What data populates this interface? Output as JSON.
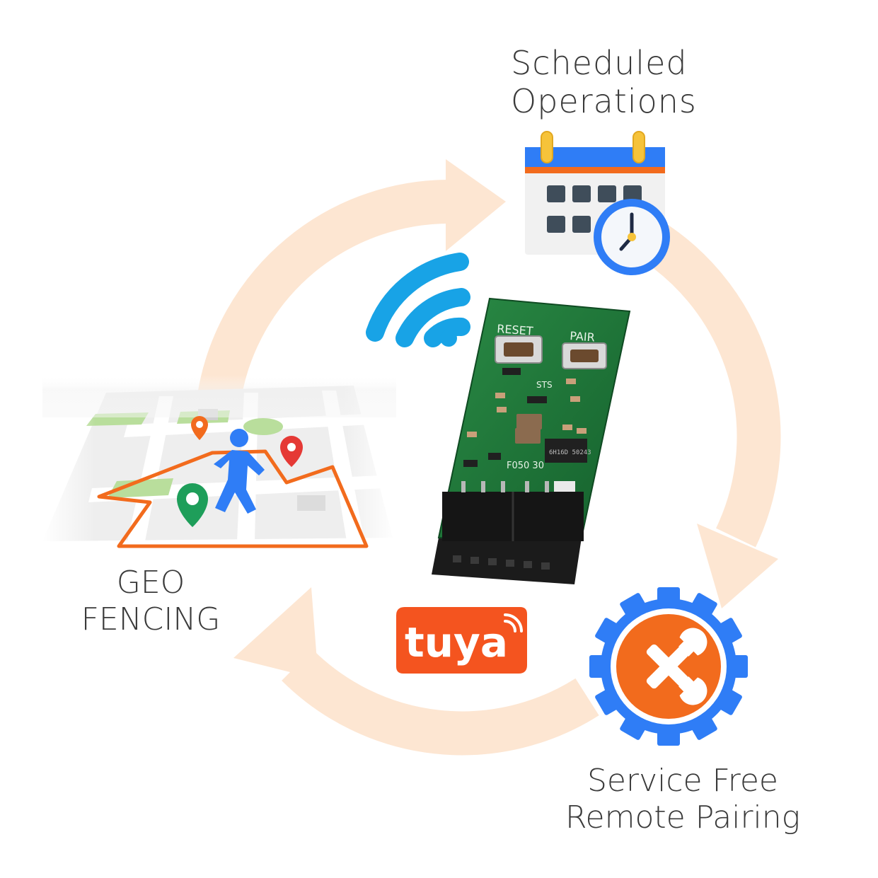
{
  "features": {
    "scheduled": {
      "line1": "Scheduled",
      "line2": "Operations"
    },
    "geofencing": {
      "line1": "GEO",
      "line2": "FENCING"
    },
    "pairing": {
      "line1": "Service Free",
      "line2": "Remote Pairing"
    }
  },
  "board": {
    "button_reset": "RESET",
    "button_pair": "PAIR",
    "marking_sts": "STS",
    "marking_f": "F050 30",
    "chip_code": "6H16D 50243"
  },
  "brand": {
    "logo_text": "tuya"
  },
  "icons": [
    "calendar-clock-icon",
    "map-pin-icon",
    "walking-person-icon",
    "wifi-icon",
    "gear-wrench-icon"
  ],
  "colors": {
    "cycle_arrow": "#fde6d2",
    "accent_blue": "#2f7df6",
    "accent_orange": "#f26b1d",
    "tuya_orange": "#f4541f",
    "pcb_green": "#1f7a3a",
    "wifi_blue": "#18a3e6"
  }
}
